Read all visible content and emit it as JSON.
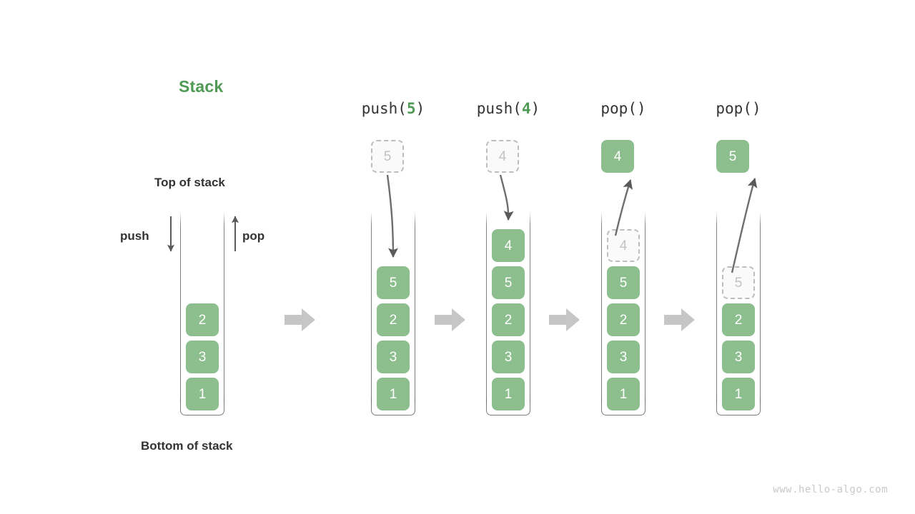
{
  "diagram": {
    "title": "Stack",
    "title_color": "#4f9a54",
    "block_color": "#8cbe8e",
    "ghost_color": "#fafafa",
    "watermark": "www.hello-algo.com",
    "labels": {
      "top_of_stack": "Top of stack",
      "bottom_of_stack": "Bottom of stack",
      "push": "push",
      "pop": "pop"
    },
    "columns": [
      {
        "id": "initial",
        "header_prefix": "",
        "header_arg": "",
        "header_suffix": "",
        "blocks": [
          "2",
          "3",
          "1"
        ],
        "floating": null,
        "ghost_index": null
      },
      {
        "id": "push-5",
        "header_prefix": "push(",
        "header_arg": "5",
        "header_suffix": ")",
        "blocks": [
          "5",
          "2",
          "3",
          "1"
        ],
        "floating": {
          "value": "5",
          "style": "ghost"
        },
        "ghost_index": null
      },
      {
        "id": "push-4",
        "header_prefix": "push(",
        "header_arg": "4",
        "header_suffix": ")",
        "blocks": [
          "4",
          "5",
          "2",
          "3",
          "1"
        ],
        "floating": {
          "value": "4",
          "style": "ghost"
        },
        "ghost_index": null
      },
      {
        "id": "pop-1",
        "header_prefix": "pop()",
        "header_arg": "",
        "header_suffix": "",
        "blocks": [
          "4",
          "5",
          "2",
          "3",
          "1"
        ],
        "floating": {
          "value": "4",
          "style": "solid"
        },
        "ghost_index": 0
      },
      {
        "id": "pop-2",
        "header_prefix": "pop()",
        "header_arg": "",
        "header_suffix": "",
        "blocks": [
          "5",
          "2",
          "3",
          "1"
        ],
        "floating": {
          "value": "5",
          "style": "solid"
        },
        "ghost_index": 0
      }
    ]
  }
}
